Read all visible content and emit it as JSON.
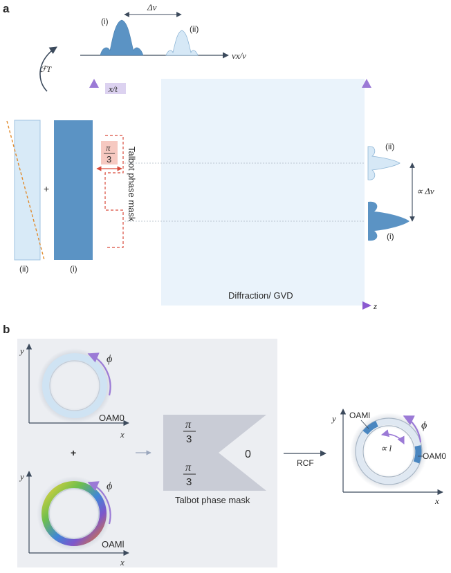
{
  "panel_a": {
    "panel_label": "a",
    "spectrum_peak_i": "(i)",
    "spectrum_peak_ii": "(ii)",
    "delta_nu": "Δν",
    "spectrum_axis": "νx/ν",
    "fourier_transform": "ℱT",
    "x_axis_label": "x/t",
    "phase_numerator": "π",
    "phase_denominator": "3",
    "mask_label": "Talbot phase mask",
    "plus": "+",
    "component_ii": "(ii)",
    "component_i": "(i)",
    "output_ii": "(ii)",
    "output_i": "(i)",
    "spacing_label": "∝ Δν",
    "propagation_label": "Diffraction/ GVD",
    "z_label": "z"
  },
  "panel_b": {
    "panel_label": "b",
    "y1": "y",
    "x1": "x",
    "phi1": "ϕ",
    "oam0_a": "OAM0",
    "plus": "+",
    "y2": "y",
    "x2": "x",
    "phi2": "ϕ",
    "oaml_a": "OAMl",
    "mask_pi_top": "π",
    "mask_3_top": "3",
    "mask_pi_bottom": "π",
    "mask_3_bottom": "3",
    "mask_zero": "0",
    "mask_label": "Talbot phase mask",
    "rcf": "RCF",
    "y3": "y",
    "x3": "x",
    "phi3": "ϕ",
    "oaml_b": "OAMl",
    "oam0_b": "OAM0",
    "prop_l": "∝ l"
  },
  "colors": {
    "blue_dark": "#5b93c4",
    "blue_light": "#cfe4f4",
    "purple": "#9b7ad6",
    "mask_red": "#d94a3b",
    "panel_bg": "#eceef2",
    "slate": "#3c4a5c"
  }
}
